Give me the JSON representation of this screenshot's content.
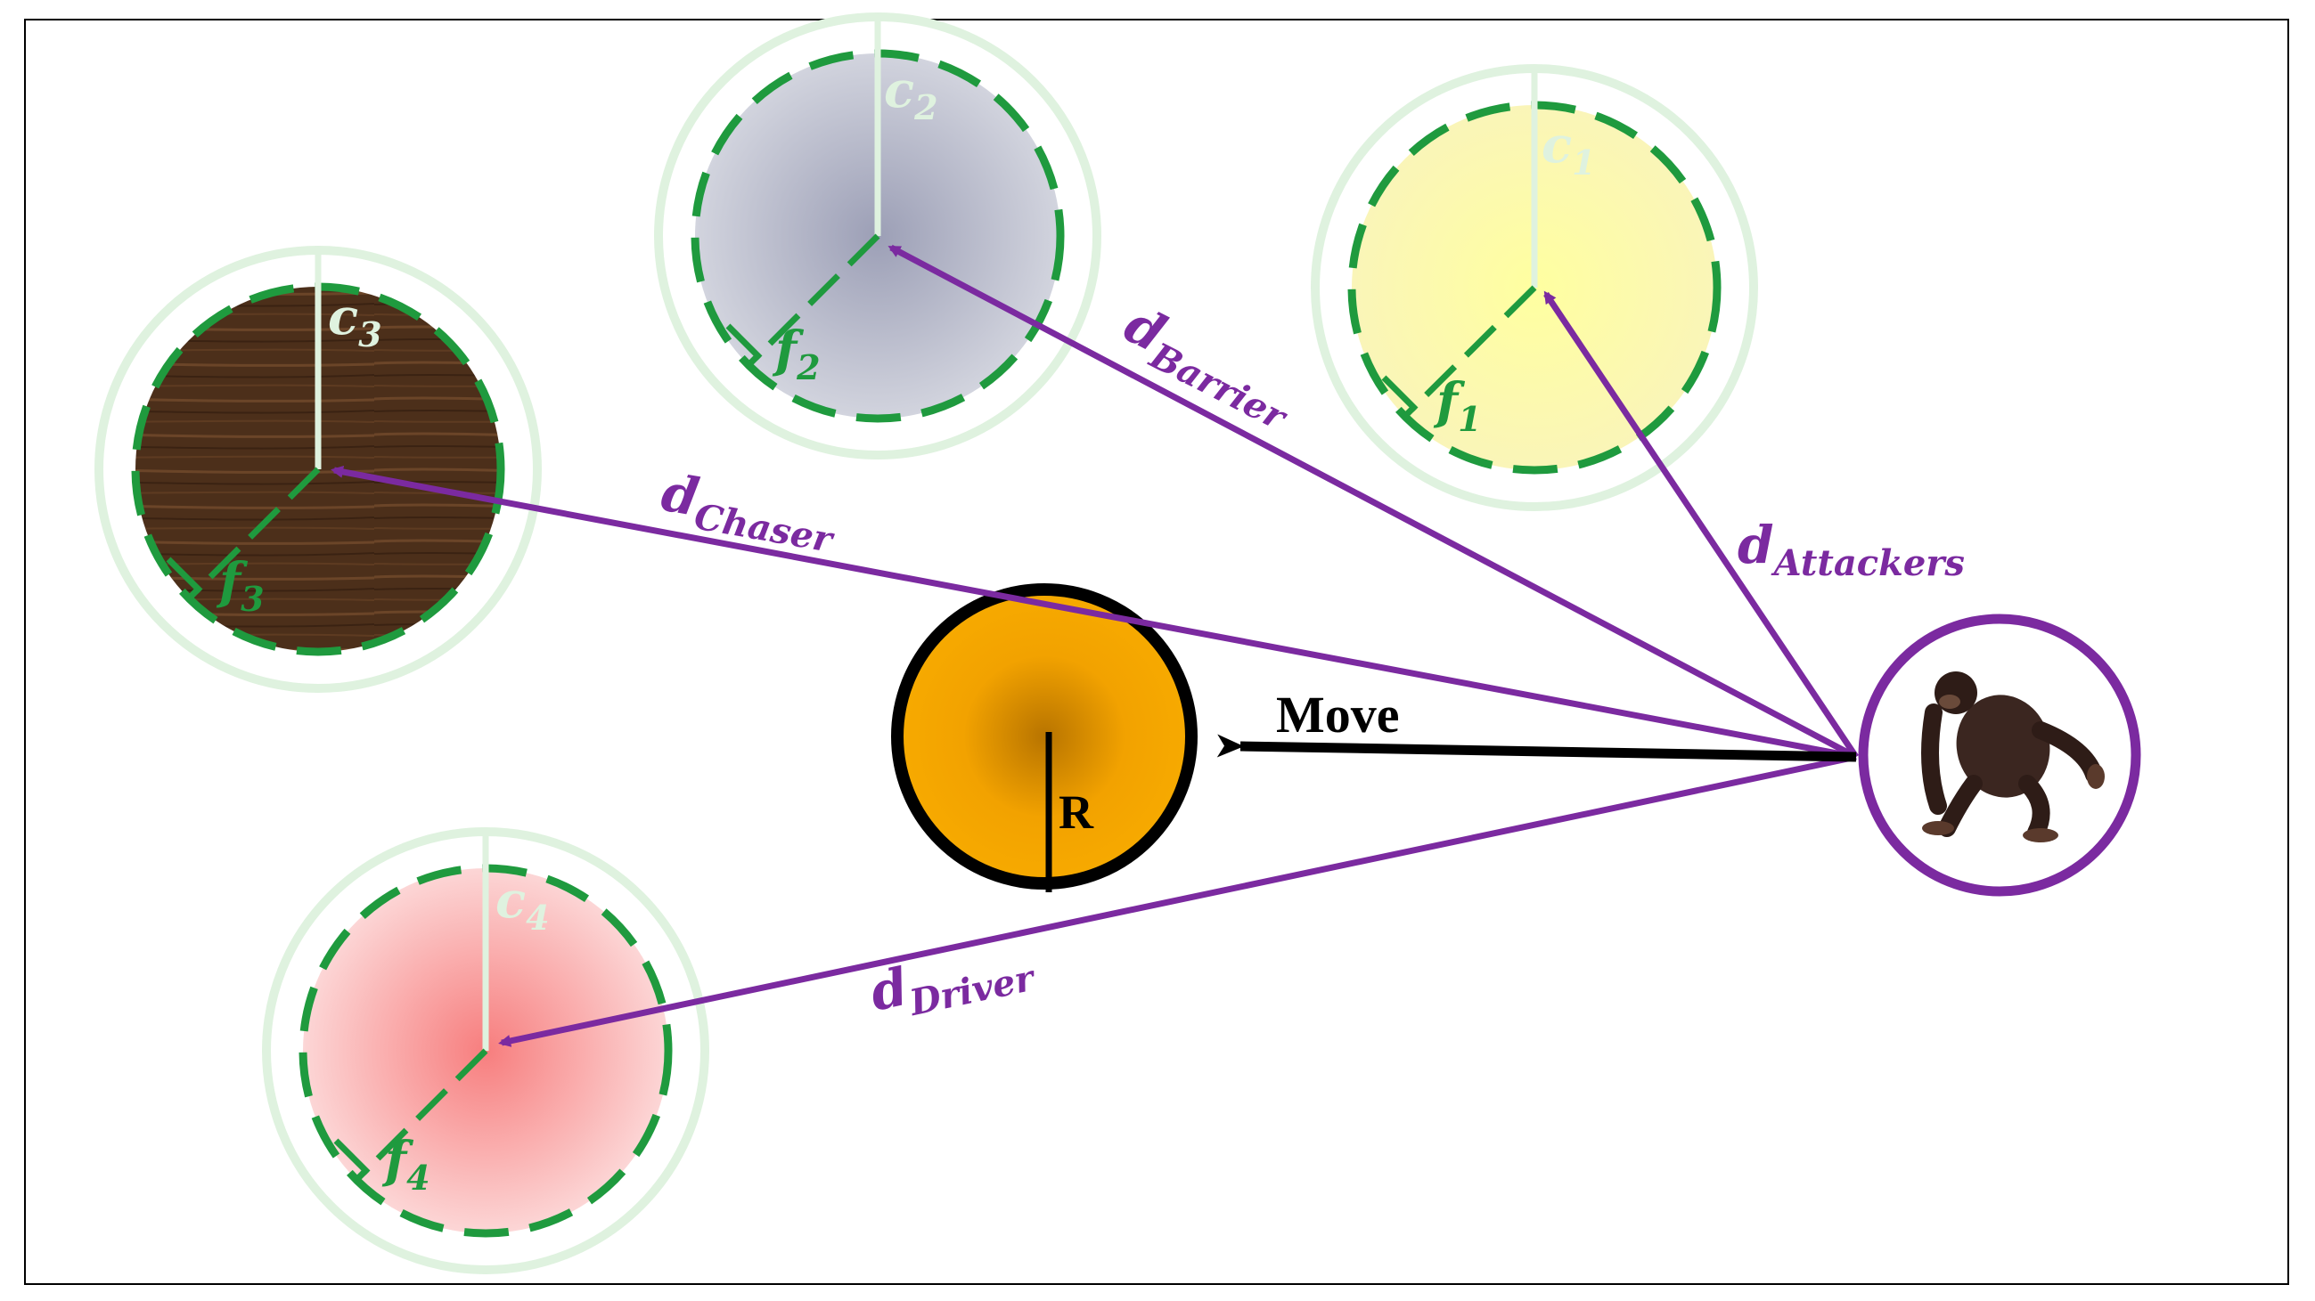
{
  "colors": {
    "purple": "#7B2AA0",
    "dash_green": "#1F9A3E",
    "pale_green": "#DFF2DF",
    "black": "#000000",
    "orange": "#F5A300",
    "orange_dark": "#A86A00",
    "yellow": "#FBF88A",
    "slate": "#B6B9C8",
    "wood": "#4A2E18",
    "pink": "#F7A8A8"
  },
  "labels": {
    "c1": "c",
    "c1_sub": "1",
    "c2": "c",
    "c2_sub": "2",
    "c3": "c",
    "c3_sub": "3",
    "c4": "c",
    "c4_sub": "4",
    "f1": "f",
    "f1_sub": "1",
    "f2": "f",
    "f2_sub": "2",
    "f3": "f",
    "f3_sub": "3",
    "f4": "f",
    "f4_sub": "4",
    "d_barrier": "d",
    "d_barrier_sub": "Barrier",
    "d_chaser": "d",
    "d_chaser_sub": "Chaser",
    "d_attackers": "d",
    "d_attackers_sub": "Attackers",
    "d_driver": "d",
    "d_driver_sub": "Driver",
    "move": "Move",
    "radius": "R"
  },
  "icons": {
    "agent": "chimpanzee-icon"
  }
}
